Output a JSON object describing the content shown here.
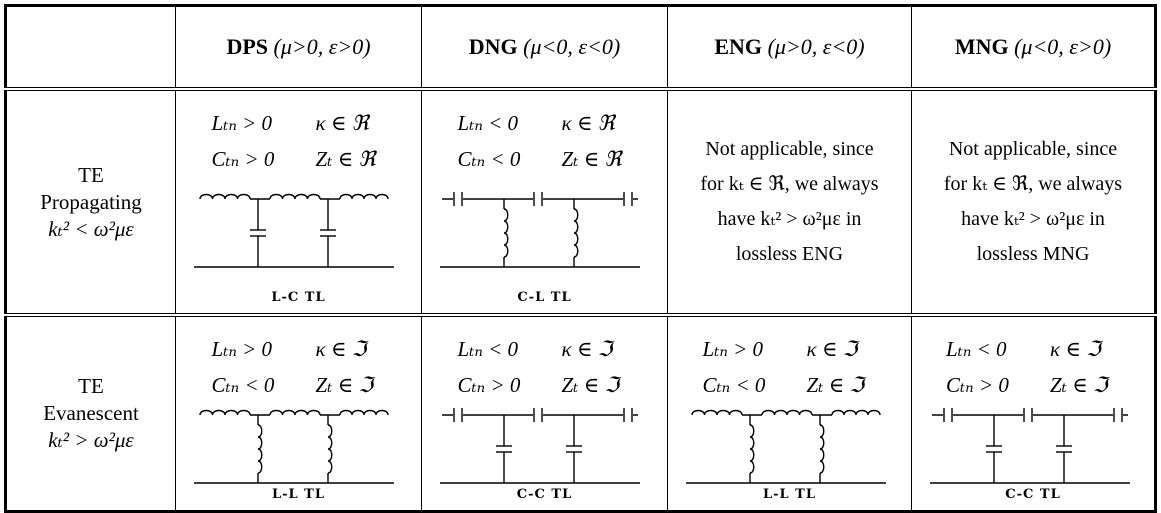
{
  "header": {
    "corner": "",
    "columns": [
      {
        "bold": "DPS",
        "cond": "(μ>0, ε>0)"
      },
      {
        "bold": "DNG",
        "cond": "(μ<0, ε<0)"
      },
      {
        "bold": "ENG",
        "cond": "(μ>0, ε<0)"
      },
      {
        "bold": "MNG",
        "cond": "(μ<0, ε>0)"
      }
    ]
  },
  "rows": [
    {
      "label_line1": "TE",
      "label_line2": "Propagating",
      "label_cond": "kₜ² < ω²με",
      "cells": [
        {
          "type": "circuit",
          "p1": "Lₜₙ > 0",
          "p2": "κ ∈ ℜ",
          "p3": "Cₜₙ > 0",
          "p4": "Zₜ ∈ ℜ",
          "circuit": "LC",
          "label": "L-C TL"
        },
        {
          "type": "circuit",
          "p1": "Lₜₙ < 0",
          "p2": "κ ∈ ℜ",
          "p3": "Cₜₙ < 0",
          "p4": "Zₜ ∈ ℜ",
          "circuit": "CL",
          "label": "C-L TL"
        },
        {
          "type": "text",
          "lines": [
            "Not applicable, since",
            "for  kₜ ∈ ℜ, we always",
            "have  kₜ² > ω²με  in",
            "lossless ENG"
          ]
        },
        {
          "type": "text",
          "lines": [
            "Not applicable, since",
            "for  kₜ ∈ ℜ, we always",
            "have  kₜ² > ω²με  in",
            "lossless MNG"
          ]
        }
      ]
    },
    {
      "label_line1": "TE",
      "label_line2": "Evanescent",
      "label_cond": "kₜ² > ω²με",
      "cells": [
        {
          "type": "circuit",
          "p1": "Lₜₙ > 0",
          "p2": "κ ∈ ℑ",
          "p3": "Cₜₙ < 0",
          "p4": "Zₜ ∈ ℑ",
          "circuit": "LL",
          "label": "L-L TL"
        },
        {
          "type": "circuit",
          "p1": "Lₜₙ < 0",
          "p2": "κ ∈ ℑ",
          "p3": "Cₜₙ > 0",
          "p4": "Zₜ ∈ ℑ",
          "circuit": "CC",
          "label": "C-C TL"
        },
        {
          "type": "circuit",
          "p1": "Lₜₙ > 0",
          "p2": "κ ∈ ℑ",
          "p3": "Cₜₙ < 0",
          "p4": "Zₜ ∈ ℑ",
          "circuit": "LL",
          "label": "L-L TL"
        },
        {
          "type": "circuit",
          "p1": "Lₜₙ < 0",
          "p2": "κ ∈ ℑ",
          "p3": "Cₜₙ > 0",
          "p4": "Zₜ ∈ ℑ",
          "circuit": "CC",
          "label": "C-C TL"
        }
      ]
    }
  ]
}
